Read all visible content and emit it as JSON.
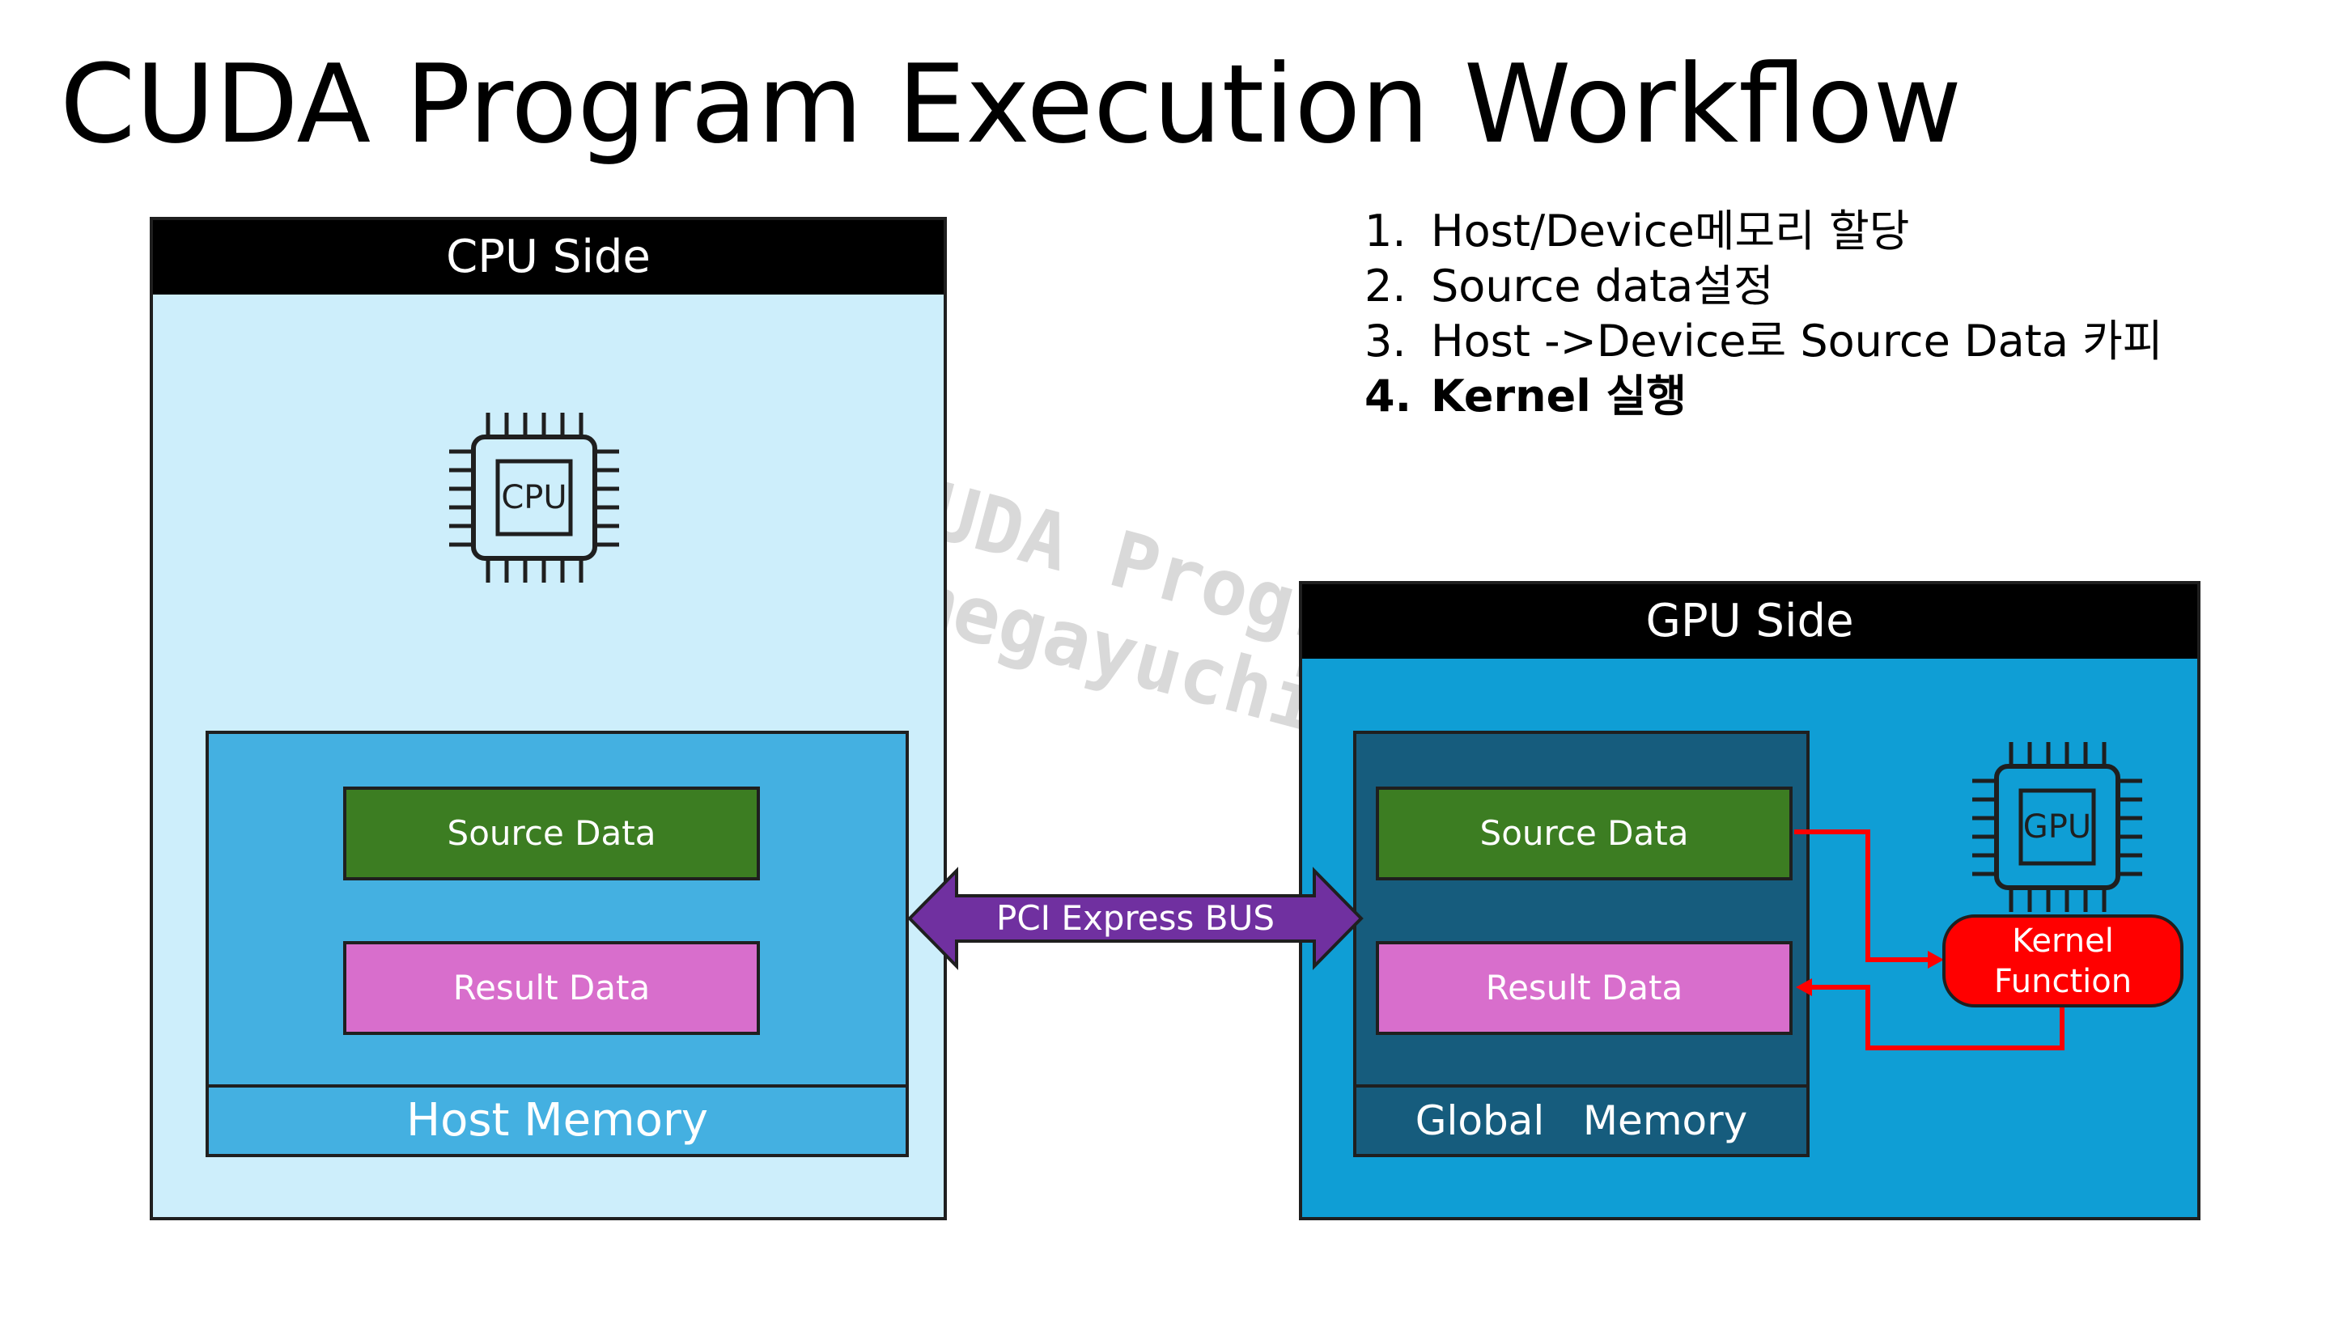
{
  "title": "CUDA Program Execution Workflow",
  "steps": [
    {
      "num": "1.",
      "text": "Host/Device메모리 할당"
    },
    {
      "num": "2.",
      "text": "Source data설정"
    },
    {
      "num": "3.",
      "text": "Host ->Device로 Source Data 카피"
    },
    {
      "num": "4.",
      "text": "Kernel 실행"
    }
  ],
  "watermark": {
    "line1": "CUDA Program",
    "line2": "megayuchi"
  },
  "cpu_side": {
    "header": "CPU Side",
    "chip_label": "CPU",
    "source_data": "Source Data",
    "result_data": "Result Data",
    "memory_label": "Host Memory"
  },
  "bus_label": "PCI Express BUS",
  "gpu_side": {
    "header": "GPU Side",
    "chip_label": "GPU",
    "source_data": "Source Data",
    "result_data": "Result Data",
    "memory_label": "Global   Memory",
    "kernel_label": "Kernel\nFunction"
  },
  "colors": {
    "cpu_bg": "#cdeefb",
    "host_memory": "#44b0e1",
    "gpu_bg": "#0f9ed5",
    "global_memory": "#165c7d",
    "source_data": "#3c7d22",
    "result_data": "#d86ecc",
    "bus": "#7030a0",
    "kernel": "#ff0000"
  }
}
